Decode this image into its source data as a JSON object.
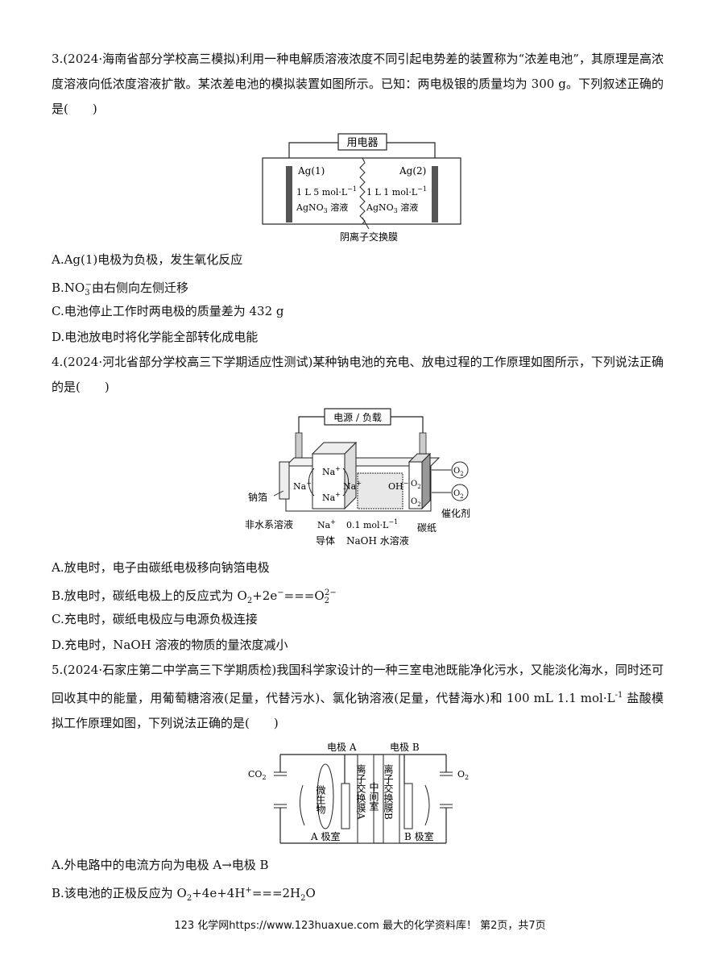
{
  "q3": {
    "stem": "3.(2024·海南省部分学校高三模拟)利用一种电解质溶液浓度不同引起电势差的装置称为“浓差电池”，其原理是高浓度溶液向低浓度溶液扩散。某浓差电池的模拟装置如图所示。已知：两电极银的质量均为 300 g。下列叙述正确的是(　　)",
    "figure": {
      "device": "用电器",
      "left_electrode": "Ag(1)",
      "right_electrode": "Ag(2)",
      "left_conc": "1 L 5 mol·L",
      "right_conc": "1 L 1 mol·L",
      "minus_one": "−1",
      "solution": "AgNO",
      "solution_sub": "3",
      "solution_word": " 溶液",
      "membrane": "阴离子交换膜"
    },
    "options": {
      "A": "A.Ag(1)电极为负极，发生氧化反应",
      "B_pre": "B.NO",
      "B_sub": "3",
      "B_sup": "−",
      "B_post": "由右侧向左侧迁移",
      "C": "C.电池停止工作时两电极的质量差为 432 g",
      "D": "D.电池放电时将化学能全部转化成电能"
    }
  },
  "q4": {
    "stem": "4.(2024·河北省部分学校高三下学期适应性测试)某种钠电池的充电、放电过程的工作原理如图所示，下列说法正确的是(　　)",
    "figure": {
      "power": "电源 / 负载",
      "na_plus": "Na",
      "plus": "+",
      "oh": "OH",
      "minus": "−",
      "o2": "O",
      "two": "2",
      "foil": "钠箔",
      "nonaq": "非水系溶液",
      "conductor": "导体",
      "naoh_conc": "0.1 mol·L",
      "naoh_sol": "NaOH 水溶液",
      "minus_one": "−1",
      "catalyst": "催化剂",
      "carbon_paper": "碳纸"
    },
    "options": {
      "A": "A.放电时，电子由碳纸电极移向钠箔电极",
      "B_pre": "B.放电时，碳纸电极上的反应式为 O",
      "B_mid": "+2e",
      "B_eq": "===O",
      "B_sup": "2−",
      "C": "C.充电时，碳纸电极应与电源负极连接",
      "D": "D.充电时，NaOH 溶液的物质的量浓度减小"
    }
  },
  "q5": {
    "stem": "5.(2024·石家庄第二中学高三下学期质检)我国科学家设计的一种三室电池既能净化污水，又能淡化海水，同时还可回收其中的能量，用葡萄糖溶液(足量，代替污水)、氯化钠溶液(足量，代替海水)和 100 mL 1.1 mol·L",
    "stem_sup": "-1",
    "stem_post": " 盐酸模拟工作原理如图，下列说法正确的是(　　)",
    "figure": {
      "electrode_a": "电极 A",
      "electrode_b": "电极 B",
      "co2": "CO",
      "o2": "O",
      "two": "2",
      "microbe": "微生物",
      "membrane_a": "离子交换膜A",
      "middle": "中间室",
      "membrane_b": "离子交换膜B",
      "room_a": "A 极室",
      "room_b": "B 极室"
    },
    "options": {
      "A": "A.外电路中的电流方向为电极 A→电极 B",
      "B_pre": "B.该电池的正极反应为 O",
      "B_post": "+4e+4H",
      "B_plus": "+",
      "B_eq": "===2H",
      "B_end": "O"
    }
  },
  "footer": "123 化学网https://www.123huaxue.com 最大的化学资料库！ 第2页，共7页"
}
